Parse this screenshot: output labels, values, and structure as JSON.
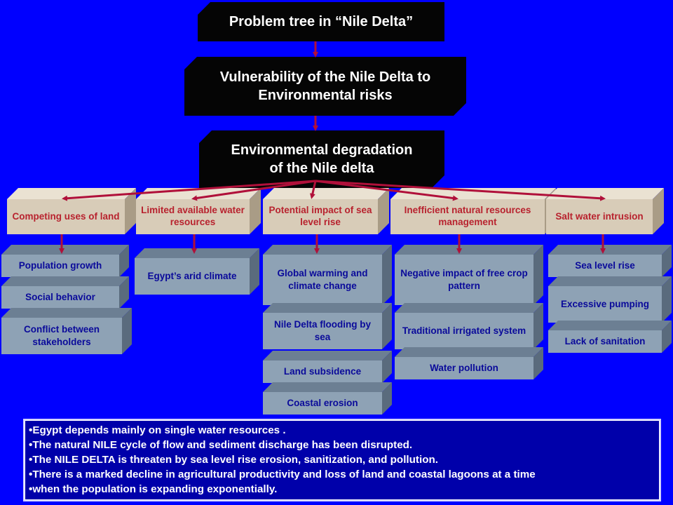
{
  "diagram": {
    "title": "Problem tree in “Nile Delta”",
    "core_problem": {
      "line1": "Vulnerability of the Nile Delta to",
      "line2": "Environmental risks"
    },
    "degradation": {
      "line1": "Environmental degradation",
      "line2": "of the Nile delta"
    },
    "categories": [
      {
        "label": "Competing uses of land",
        "causes": [
          "Population growth",
          "Social behavior",
          "Conflict between stakeholders"
        ]
      },
      {
        "label": "Limited available water resources",
        "causes": [
          "Egypt’s arid climate"
        ]
      },
      {
        "label": "Potential impact of sea level rise",
        "causes": [
          "Global warming and climate change",
          "Nile Delta flooding by sea",
          "Land subsidence",
          "Coastal erosion"
        ]
      },
      {
        "label": "Inefficient natural resources management",
        "causes": [
          "Negative impact of free crop pattern",
          "Traditional irrigated system",
          "Water pollution"
        ]
      },
      {
        "label": "Salt water intrusion",
        "causes": [
          "Sea level rise",
          "Excessive pumping",
          "Lack of sanitation"
        ]
      }
    ]
  },
  "summary": {
    "bullets": [
      "Egypt depends mainly on single water resources .",
      "The natural NILE cycle of flow and sediment discharge has been disrupted.",
      "The NILE DELTA is threaten by sea level rise erosion, sanitization, and pollution.",
      "There is a marked decline in agricultural productivity and loss of land and coastal lagoons at a time",
      "when the population is expanding exponentially."
    ]
  },
  "colors": {
    "background": "#0000ff",
    "title_box": "#050505",
    "category_box": "#d8ccb8",
    "category_text": "#b8222e",
    "cause_box": "#8ea2b5",
    "cause_text": "#0a0a9a",
    "arrow": "#b0103a",
    "summary_box": "#0000aa"
  }
}
